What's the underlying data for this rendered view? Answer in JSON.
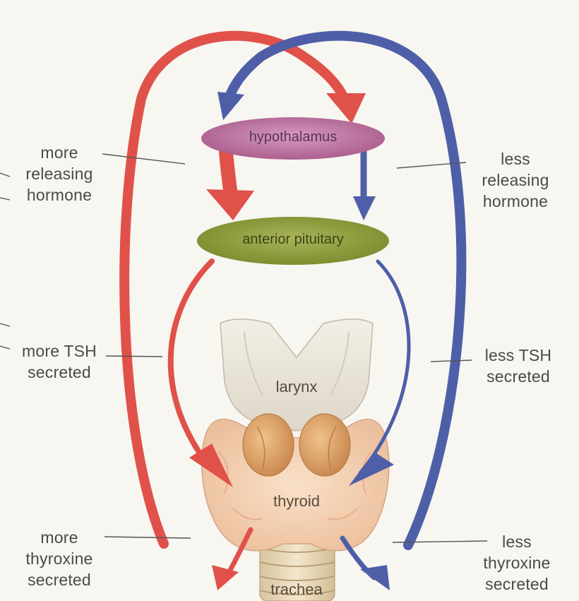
{
  "nodes": {
    "hypothalamus": "hypothalamus",
    "anterior_pituitary": "anterior pituitary",
    "larynx": "larynx",
    "thyroid": "thyroid",
    "trachea": "trachea"
  },
  "labels": {
    "more_releasing_hormone": "more\nreleasing\nhormone",
    "less_releasing_hormone": "less\nreleasing\nhormone",
    "more_tsh_secreted": "more TSH\nsecreted",
    "less_tsh_secreted": "less TSH\nsecreted",
    "more_thyroxine_secreted": "more\nthyroxine\nsecreted",
    "less_thyroxine_secreted": "less\nthyroxine\nsecreted"
  },
  "colors": {
    "increase_arrow": "#e0514a",
    "decrease_arrow": "#4e5fa8",
    "hypothalamus_fill": "#b86a9a",
    "pituitary_fill": "#8a9a3a"
  }
}
